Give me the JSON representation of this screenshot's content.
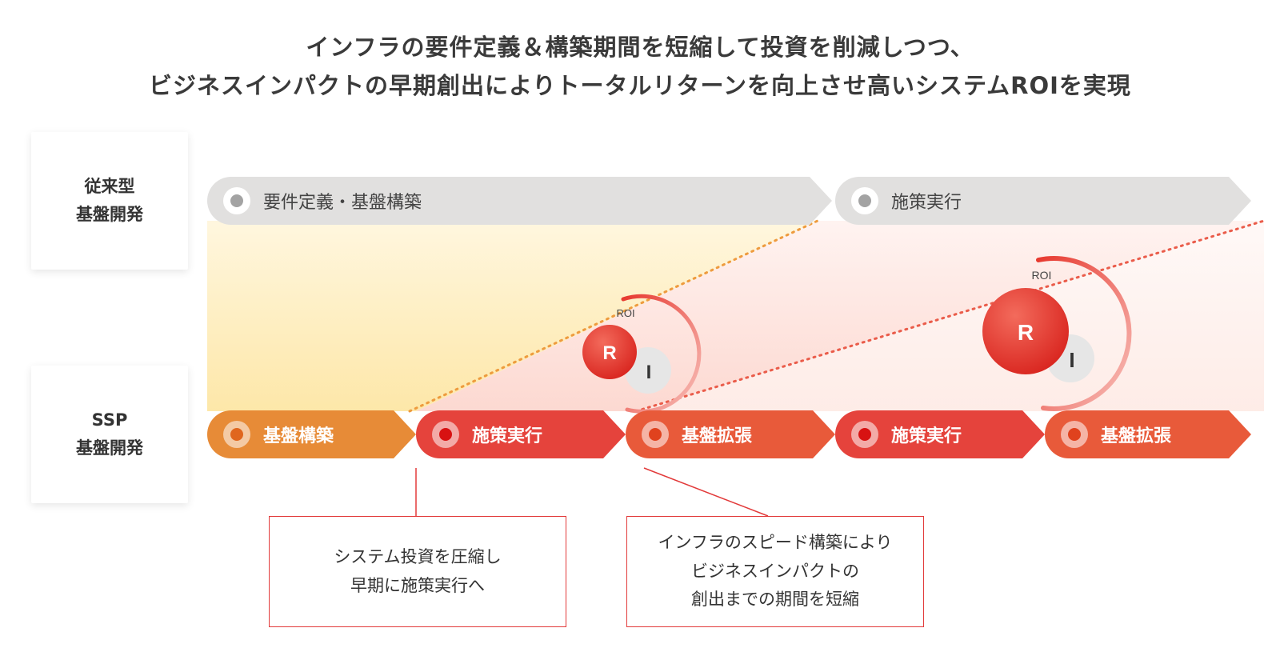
{
  "headline": {
    "line1": "インフラの要件定義＆構築期間を短縮して投資を削減しつつ、",
    "line2": "ビジネスインパクトの早期創出によりトータルリターンを向上させ高いシステムROIを実現"
  },
  "rows": {
    "conventional": {
      "line1": "従来型",
      "line2": "基盤開発"
    },
    "ssp": {
      "line1": "SSP",
      "line2": "基盤開発"
    }
  },
  "conventional_steps": [
    {
      "label": "要件定義・基盤構築"
    },
    {
      "label": "施策実行"
    }
  ],
  "ssp_steps": [
    {
      "label": "基盤構築"
    },
    {
      "label": "施策実行"
    },
    {
      "label": "基盤拡張"
    },
    {
      "label": "施策実行"
    },
    {
      "label": "基盤拡張"
    }
  ],
  "roi_badges": [
    {
      "caption": "ROI",
      "r": "R",
      "i": "I"
    },
    {
      "caption": "ROI",
      "r": "R",
      "i": "I"
    }
  ],
  "notes": [
    {
      "line1": "システム投資を圧縮し",
      "line2": "早期に施策実行へ"
    },
    {
      "line1": "インフラのスピード構築により",
      "line2": "ビジネスインパクトの",
      "line3": "創出までの期間を短縮"
    }
  ],
  "colors": {
    "gray_arrow": "#e1e0df",
    "ssp_build": "#e78b37",
    "ssp_exec": "#e5433c",
    "ssp_expand": "#e85a3a",
    "accent_red": "#e23a3a",
    "gold_gradient": "#fde7a8"
  }
}
